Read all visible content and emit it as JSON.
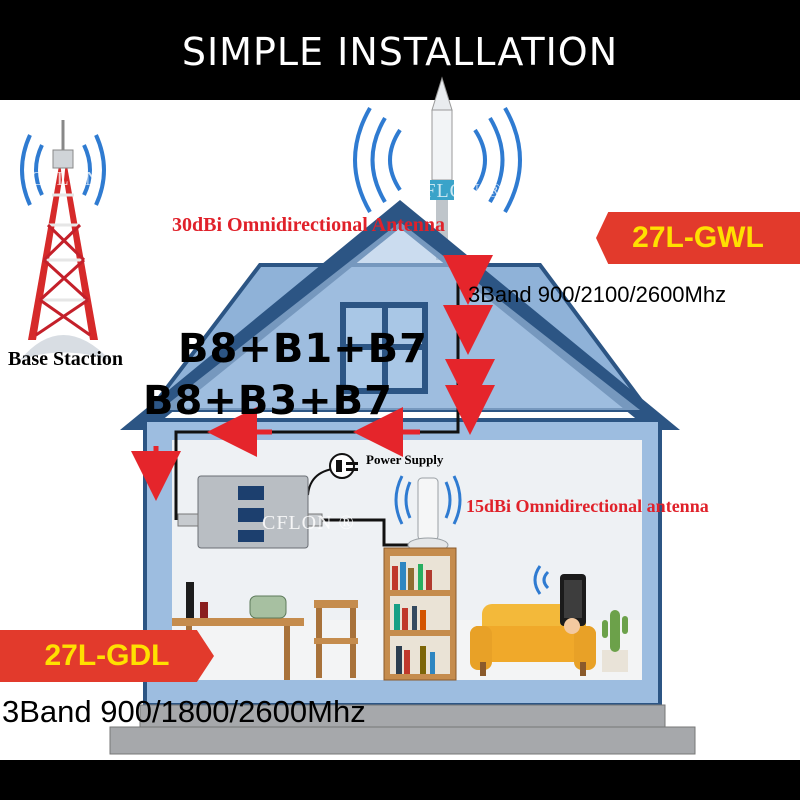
{
  "header": {
    "title": "SIMPLE INSTALLATION"
  },
  "labels": {
    "outdoor_antenna": "30dBi Omnidirectional Antenna",
    "base_station": "Base Staction",
    "band_outdoor": "3Band 900/2100/2600Mhz",
    "combo_1": "B8+B1+B7",
    "combo_2": "B8+B3+B7",
    "power_supply": "Power Supply",
    "indoor_antenna": "15dBi Omnidirectional antenna",
    "band_indoor": "3Band 900/1800/2600Mhz"
  },
  "models": {
    "top": "27L-GWL",
    "bottom": "27L-GDL"
  },
  "watermark": {
    "text": "CFLON ®"
  },
  "colors": {
    "house_blue": "#9dbde0",
    "house_outline": "#2c5584",
    "roof_blue": "#8fb2d8",
    "ribbon_red": "#e23a2c",
    "ribbon_text": "#ffe000",
    "label_red": "#e0212a"
  }
}
